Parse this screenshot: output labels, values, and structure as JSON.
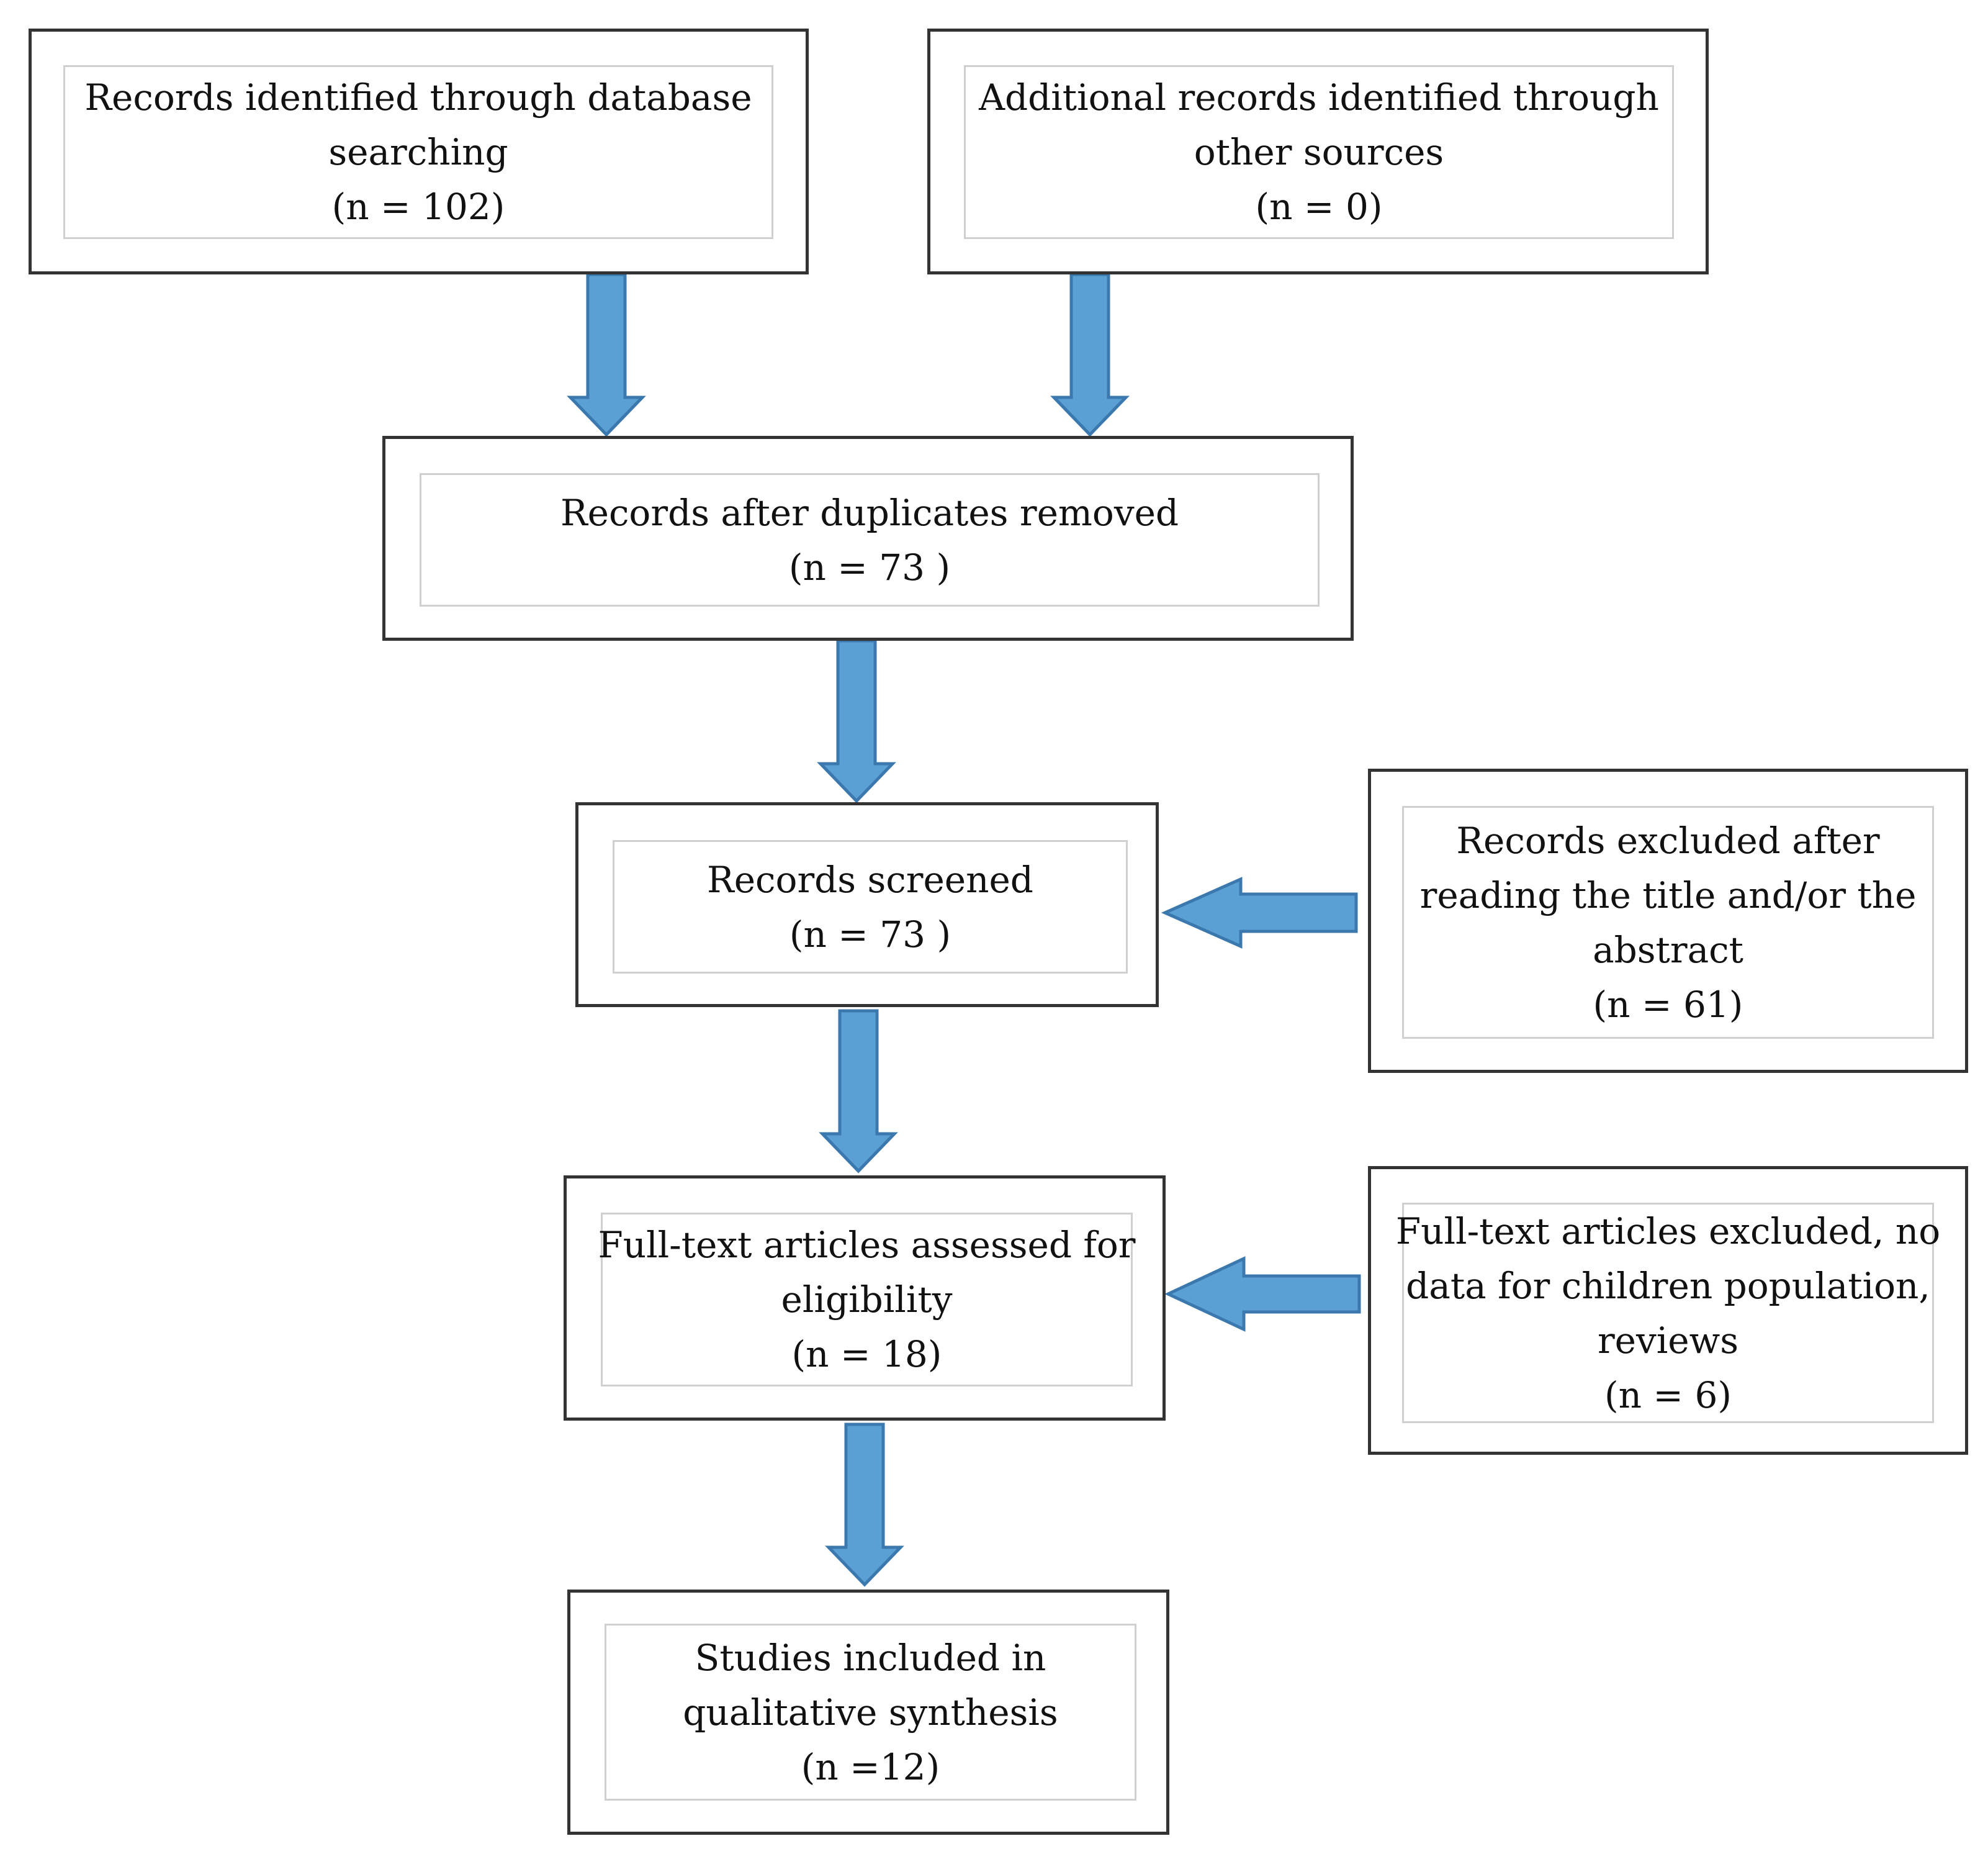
{
  "colors": {
    "border": "#333333",
    "inner_border": "#cfcfcf",
    "arrow_fill": "#5aa0d3",
    "arrow_stroke": "#3b78ad"
  },
  "boxes": {
    "identified_db": {
      "lines": [
        "Records identified through database",
        "searching"
      ],
      "count": "(n = 102)"
    },
    "identified_other": {
      "lines": [
        "Additional records identified through",
        "other sources"
      ],
      "count": "(n = 0)"
    },
    "after_duplicates": {
      "lines": [
        "Records after duplicates removed"
      ],
      "count": "(n = 73 )"
    },
    "screened": {
      "lines": [
        "Records screened"
      ],
      "count": "(n = 73 )"
    },
    "excluded_title": {
      "lines": [
        "Records excluded after",
        "reading the title and/or the",
        "abstract"
      ],
      "count": "(n = 61)"
    },
    "fulltext_assessed": {
      "lines": [
        "Full-text articles assessed for",
        "eligibility"
      ],
      "count": "(n = 18)"
    },
    "fulltext_excluded": {
      "lines": [
        "Full-text articles excluded, no",
        "data for children population,",
        "reviews"
      ],
      "count": "(n = 6)"
    },
    "included": {
      "lines": [
        "Studies included in",
        "qualitative synthesis"
      ],
      "count": "(n =12)"
    }
  }
}
